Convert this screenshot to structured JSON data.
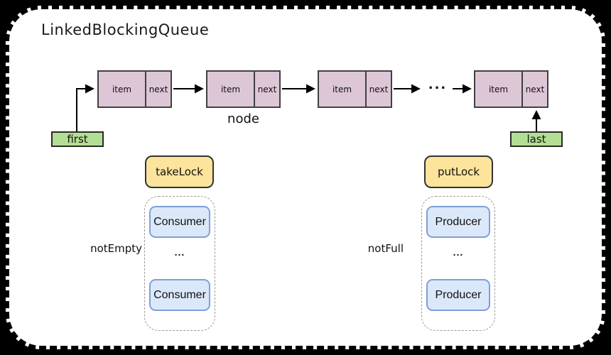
{
  "title": "LinkedBlockingQueue",
  "node_labels": {
    "item": "item",
    "next": "next"
  },
  "node_caption": "node",
  "chain_ellipsis": "...",
  "pointers": {
    "first": "first",
    "last": "last"
  },
  "locks": {
    "take_lock": "takeLock",
    "put_lock": "putLock"
  },
  "conditions": {
    "not_empty": "notEmpty",
    "not_full": "notFull"
  },
  "consumers": {
    "items": [
      "Consumer",
      "Consumer"
    ],
    "ellipsis": "..."
  },
  "producers": {
    "items": [
      "Producer",
      "Producer"
    ],
    "ellipsis": "..."
  },
  "colors": {
    "page_background": "#000000",
    "canvas_background": "#ffffff",
    "node_fill": "#ddc7d6",
    "node_border": "#404040",
    "pointer_fill": "#b2df94",
    "lock_fill": "#fde49c",
    "thread_fill": "#dbe8fa",
    "thread_border": "#7ea0d8",
    "arrow": "#000000"
  }
}
